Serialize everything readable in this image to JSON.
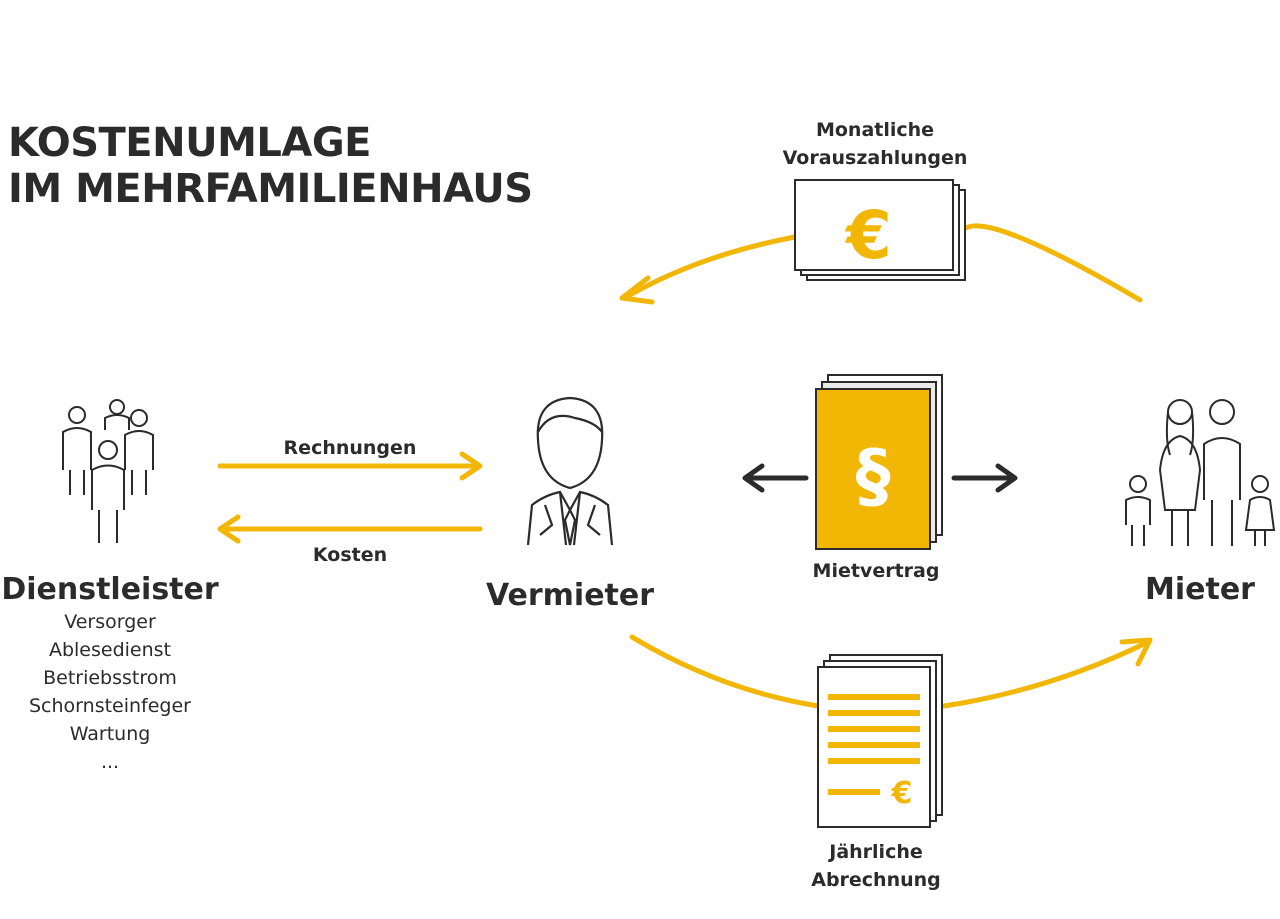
{
  "title": {
    "line1": "KOSTENUMLAGE",
    "line2": "IM MEHRFAMILIENHAUS"
  },
  "nodes": {
    "dienstleister": {
      "label": "Dienstleister",
      "items": [
        "Versorger",
        "Ablesedienst",
        "Betriebsstrom",
        "Schornsteinfeger",
        "Wartung",
        "..."
      ]
    },
    "vermieter": {
      "label": "Vermieter"
    },
    "mieter": {
      "label": "Mieter"
    }
  },
  "flows": {
    "rechnungen": "Rechnungen",
    "kosten": "Kosten",
    "vorauszahlungen": {
      "line1": "Monatliche",
      "line2": "Vorauszahlungen"
    },
    "abrechnung": {
      "line1": "Jährliche",
      "line2": "Abrechnung"
    },
    "mietvertrag": "Mietvertrag"
  },
  "icons": {
    "euro_symbol": "€",
    "paragraph_symbol": "§"
  },
  "colors": {
    "accent": "#F2B705",
    "ink": "#2b2b2b"
  }
}
